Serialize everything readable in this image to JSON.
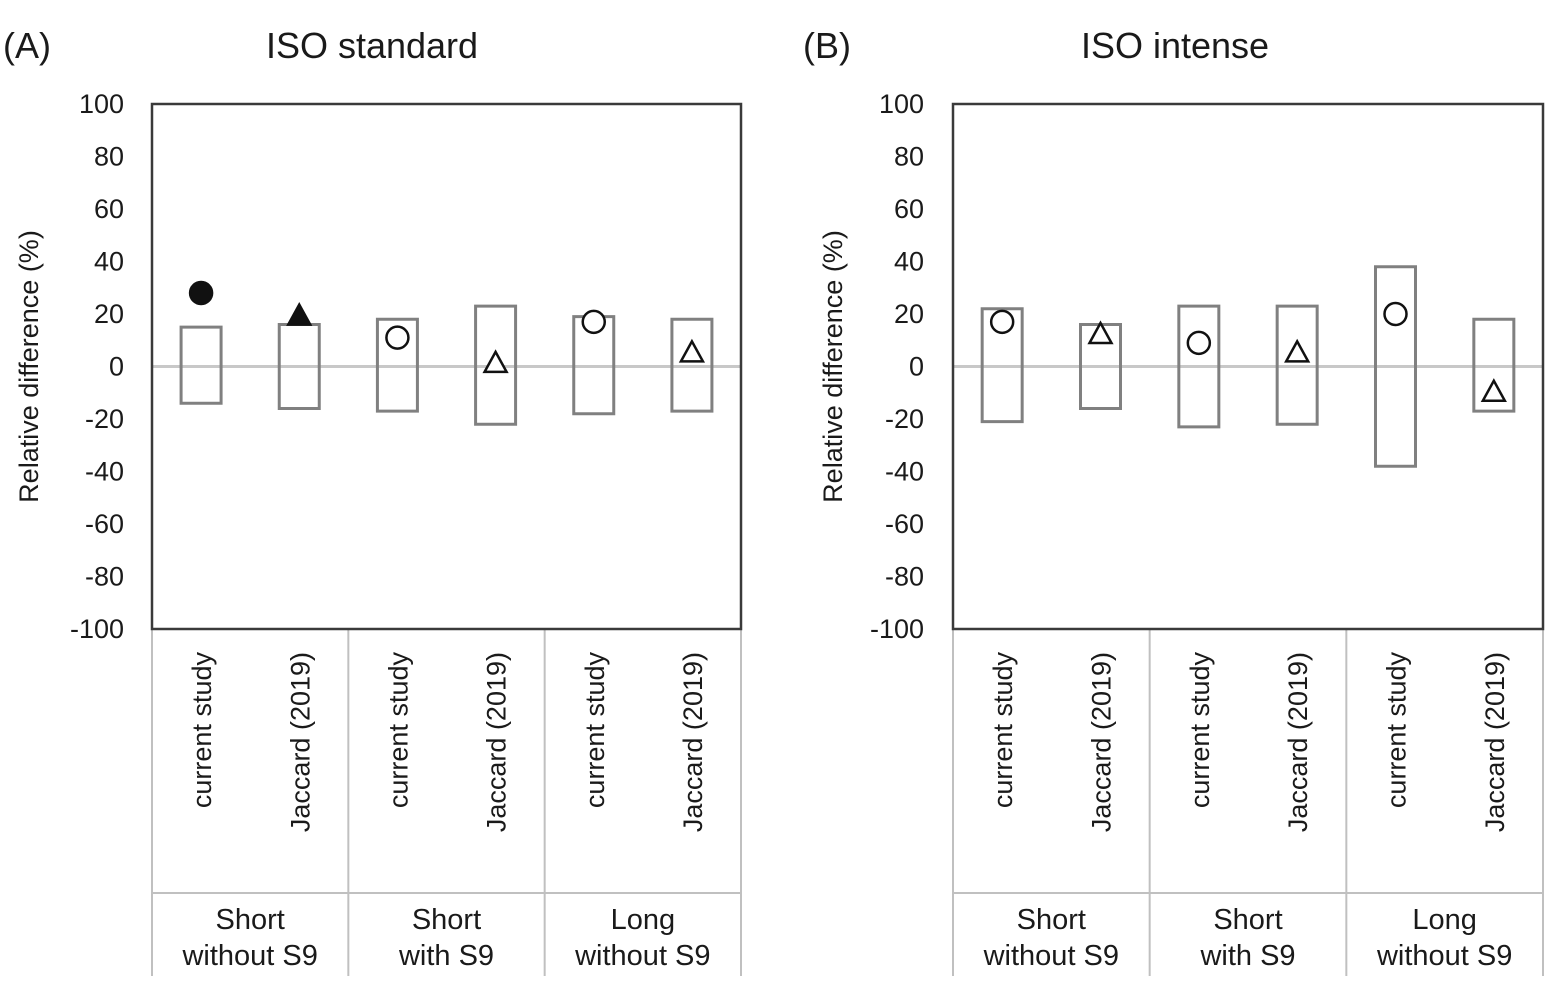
{
  "chart_data": [
    {
      "type": "box",
      "panel": "(A)",
      "title": "ISO standard",
      "ylabel": "Relative difference (%)",
      "ylim": [
        -100,
        100
      ],
      "yticks": [
        "100",
        "80",
        "60",
        "40",
        "20",
        "0",
        "-20",
        "-40",
        "-60",
        "-80",
        "-100"
      ],
      "zero_line": true,
      "categories": [
        "current study",
        "Jaccard (2019)",
        "current study",
        "Jaccard (2019)",
        "current study",
        "Jaccard (2019)"
      ],
      "groups": [
        {
          "lines": [
            "Short",
            "without S9"
          ]
        },
        {
          "lines": [
            "Short",
            "with S9"
          ]
        },
        {
          "lines": [
            "Long",
            "without S9"
          ]
        }
      ],
      "ranges": [
        [
          -14,
          15
        ],
        [
          -16,
          16
        ],
        [
          -17,
          18
        ],
        [
          -22,
          23
        ],
        [
          -18,
          19
        ],
        [
          -17,
          18
        ]
      ],
      "points": [
        {
          "value": 28,
          "marker": "circle",
          "filled": true
        },
        {
          "value": 19,
          "marker": "triangle",
          "filled": true
        },
        {
          "value": 11,
          "marker": "circle",
          "filled": false
        },
        {
          "value": 1,
          "marker": "triangle",
          "filled": false
        },
        {
          "value": 17,
          "marker": "circle",
          "filled": false
        },
        {
          "value": 5,
          "marker": "triangle",
          "filled": false
        }
      ]
    },
    {
      "type": "box",
      "panel": "(B)",
      "title": "ISO intense",
      "ylabel": "Relative difference (%)",
      "ylim": [
        -100,
        100
      ],
      "yticks": [
        "100",
        "80",
        "60",
        "40",
        "20",
        "0",
        "-20",
        "-40",
        "-60",
        "-80",
        "-100"
      ],
      "zero_line": true,
      "categories": [
        "current study",
        "Jaccard (2019)",
        "current study",
        "Jaccard (2019)",
        "current study",
        "Jaccard (2019)"
      ],
      "groups": [
        {
          "lines": [
            "Short",
            "without S9"
          ]
        },
        {
          "lines": [
            "Short",
            "with S9"
          ]
        },
        {
          "lines": [
            "Long",
            "without S9"
          ]
        }
      ],
      "ranges": [
        [
          -21,
          22
        ],
        [
          -16,
          16
        ],
        [
          -23,
          23
        ],
        [
          -22,
          23
        ],
        [
          -38,
          38
        ],
        [
          -17,
          18
        ]
      ],
      "points": [
        {
          "value": 17,
          "marker": "circle",
          "filled": false
        },
        {
          "value": 12,
          "marker": "triangle",
          "filled": false
        },
        {
          "value": 9,
          "marker": "circle",
          "filled": false
        },
        {
          "value": 5,
          "marker": "triangle",
          "filled": false
        },
        {
          "value": 20,
          "marker": "circle",
          "filled": false
        },
        {
          "value": -10,
          "marker": "triangle",
          "filled": false
        }
      ]
    }
  ],
  "colors": {
    "frame": "#3a3a3a",
    "box": "#808080",
    "zero_line": "#c8c8c8",
    "separator": "#c0c0c0",
    "marker": "#111111"
  }
}
